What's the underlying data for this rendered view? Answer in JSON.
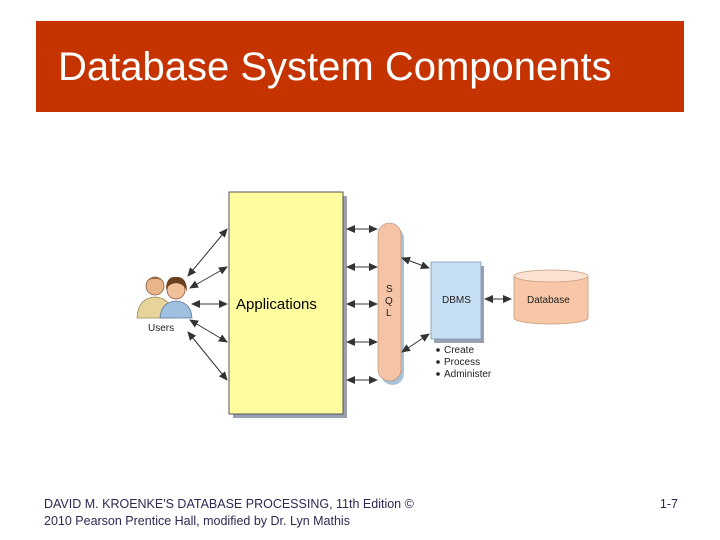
{
  "slide": {
    "title": "Database System Components",
    "page_number": "1-7"
  },
  "diagram": {
    "users_label": "Users",
    "applications_label": "Applications",
    "sql_letters": [
      "S",
      "Q",
      "L"
    ],
    "dbms_label": "DBMS",
    "database_label": "Database",
    "dbms_functions": [
      "Create",
      "Process",
      "Administer"
    ]
  },
  "footer": {
    "line1": "DAVID M. KROENKE'S DATABASE PROCESSING, 11th Edition ©",
    "line2": "2010 Pearson Prentice Hall,  modified by Dr. Lyn Mathis"
  },
  "colors": {
    "title_bar": "#c53300",
    "applications_fill": "#fffca0",
    "sql_fill": "#f5c4a6",
    "dbms_fill": "#c7dff2",
    "database_fill": "#f7c7a8"
  }
}
